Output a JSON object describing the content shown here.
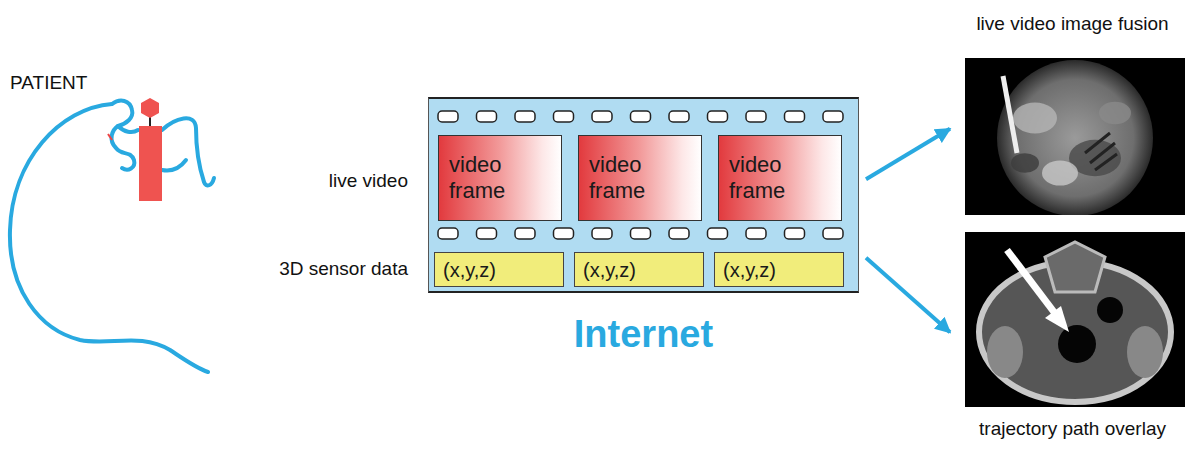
{
  "diagram": {
    "nodes": [
      {
        "text": [
          "Internet"
        ]
      },
      {
        "text": [
          "video frame"
        ],
        "in": 0
      },
      {
        "text": [
          "video frame"
        ],
        "in": 0
      },
      {
        "text": [
          "video frame"
        ],
        "in": 0
      },
      {
        "text": [
          "(x,y,z)"
        ],
        "in": 0
      },
      {
        "text": [
          "(x,y,z)"
        ],
        "in": 0
      },
      {
        "text": [
          "(x,y,z)"
        ],
        "in": 0
      },
      {
        "text": [
          "live video image fusion"
        ]
      },
      {
        "text": [
          "trajectory path overlay"
        ]
      }
    ],
    "edges": [
      {
        "from": 0,
        "to": 7,
        "arrow": "to"
      },
      {
        "from": 0,
        "to": 8,
        "arrow": "to"
      }
    ],
    "labels": [
      "PATIENT",
      "live video",
      "3D sensor data"
    ]
  }
}
